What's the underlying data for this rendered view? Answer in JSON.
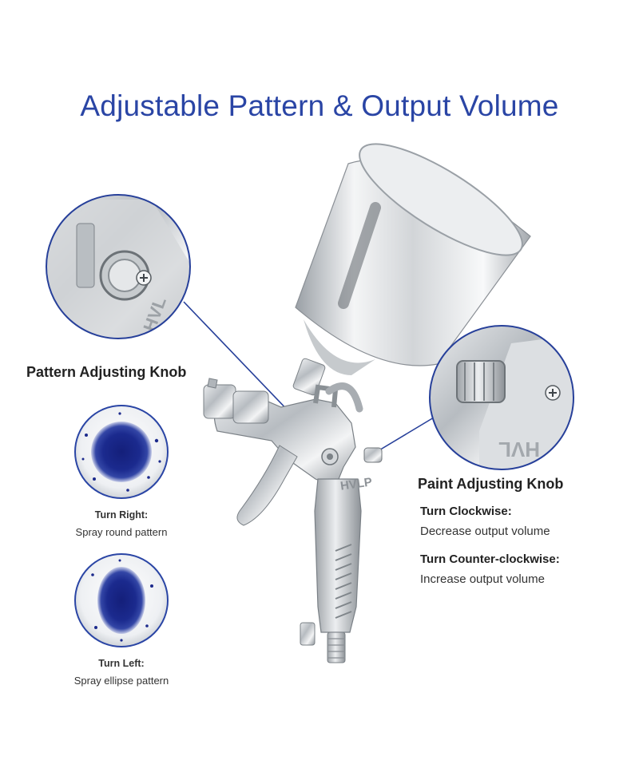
{
  "headline": "Adjustable Pattern & Output Volume",
  "gun_markings": {
    "brand": "HVLP"
  },
  "pattern_knob": {
    "title": "Pattern Adjusting Knob",
    "right": {
      "label": "Turn Right:",
      "desc": "Spray round pattern"
    },
    "left": {
      "label": "Turn Left:",
      "desc": "Spray ellipse pattern"
    }
  },
  "paint_knob": {
    "title": "Paint Adjusting Knob",
    "clockwise": {
      "label": "Turn Clockwise:",
      "desc": "Decrease output volume"
    },
    "counter": {
      "label": "Turn Counter-clockwise:",
      "desc": "Increase output volume"
    }
  },
  "colors": {
    "accent": "#2a45a5",
    "paint": "#1c2a8c",
    "connector": "#27409a"
  },
  "icons": [
    "spray-gun-illustration",
    "zoom-circle-pattern-knob",
    "zoom-circle-paint-knob",
    "round-spray-sample",
    "ellipse-spray-sample"
  ]
}
